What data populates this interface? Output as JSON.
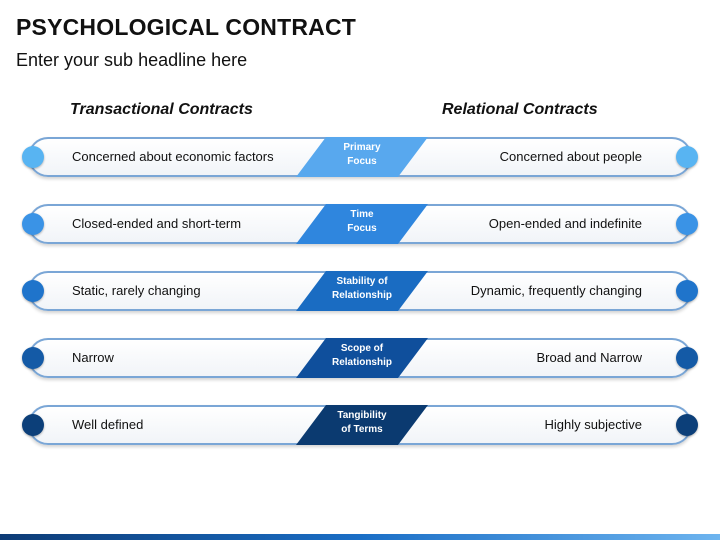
{
  "title": "PSYCHOLOGICAL CONTRACT",
  "subtitle": "Enter your sub headline here",
  "columns": {
    "left": "Transactional Contracts",
    "right": "Relational Contracts"
  },
  "rows": [
    {
      "left": "Concerned about economic factors",
      "center_line1": "Primary",
      "center_line2": "Focus",
      "right": "Concerned about people",
      "color": "#58a8ee",
      "cap_left": "#58b4f2",
      "cap_right": "#58b4f2"
    },
    {
      "left": "Closed-ended and short-term",
      "center_line1": "Time",
      "center_line2": "Focus",
      "right": "Open-ended and indefinite",
      "color": "#2f86de",
      "cap_left": "#3a93e6",
      "cap_right": "#3a93e6"
    },
    {
      "left": "Static, rarely  changing",
      "center_line1": "Stability of",
      "center_line2": "Relationship",
      "right": "Dynamic, frequently changing",
      "color": "#1a6cc2",
      "cap_left": "#1f74cb",
      "cap_right": "#1f74cb"
    },
    {
      "left": "Narrow",
      "center_line1": "Scope of",
      "center_line2": "Relationship",
      "right": "Broad and Narrow",
      "color": "#0f4f9c",
      "cap_left": "#145aa6",
      "cap_right": "#145aa6"
    },
    {
      "left": "Well defined",
      "center_line1": "Tangibility",
      "center_line2": "of Terms",
      "right": "Highly subjective",
      "color": "#0b3a70",
      "cap_left": "#0c3f79",
      "cap_right": "#0c3f79"
    }
  ]
}
